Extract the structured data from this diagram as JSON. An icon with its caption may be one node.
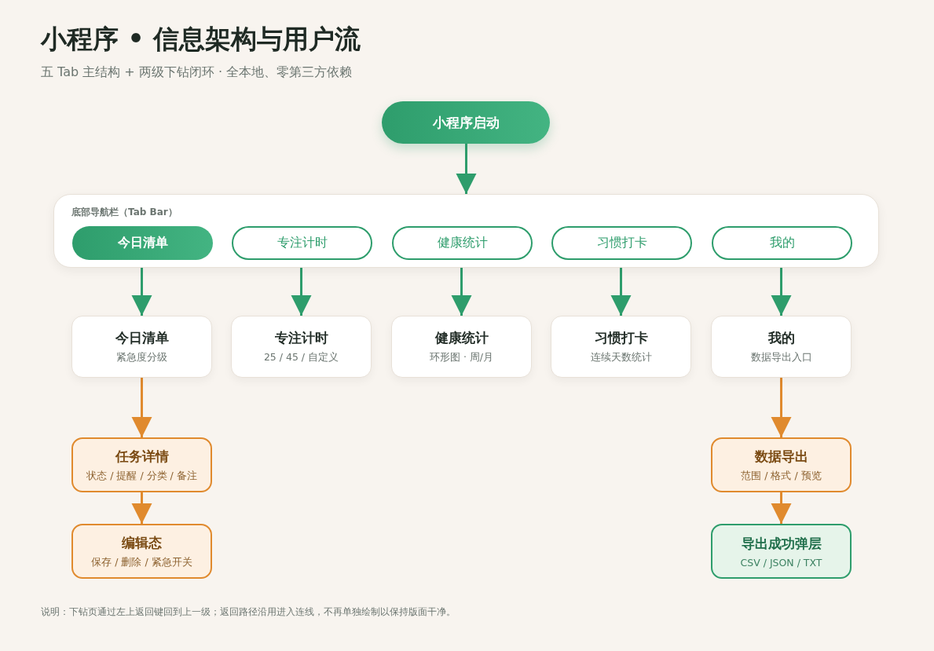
{
  "diagram": {
    "title": "小程序 • 信息架构与用户流",
    "caption": "说明：下钻页通过左上返回键回到上一级；返回路径沿用进入连线，不再单独绘制以保持版面干净。",
    "labels": [
      "五 Tab 主结构 + 两级下钻闭环 · 全本地、零第三方依赖"
    ],
    "nodes": [
      {
        "text": [
          "小程序启动"
        ]
      },
      {
        "text": [
          "底部导航栏（Tab Bar）"
        ]
      },
      {
        "text": [
          "今日清单"
        ],
        "in": 1
      },
      {
        "text": [
          "专注计时"
        ],
        "in": 1
      },
      {
        "text": [
          "健康统计"
        ],
        "in": 1
      },
      {
        "text": [
          "习惯打卡"
        ],
        "in": 1
      },
      {
        "text": [
          "我的"
        ],
        "in": 1
      },
      {
        "text": [
          "今日清单",
          "紧急度分级"
        ]
      },
      {
        "text": [
          "专注计时",
          "25 / 45 / 自定义"
        ]
      },
      {
        "text": [
          "健康统计",
          "环形图 · 周/月"
        ]
      },
      {
        "text": [
          "习惯打卡",
          "连续天数统计"
        ]
      },
      {
        "text": [
          "我的",
          "数据导出入口"
        ]
      },
      {
        "text": [
          "任务详情",
          "状态 / 提醒 / 分类 / 备注"
        ]
      },
      {
        "text": [
          "编辑态",
          "保存 / 删除 / 紧急开关"
        ]
      },
      {
        "text": [
          "数据导出",
          "范围 / 格式 / 预览"
        ]
      },
      {
        "text": [
          "导出成功弹层",
          "CSV / JSON / TXT"
        ]
      }
    ],
    "edges": [
      {
        "from": 0,
        "to": 1,
        "arrow": "to"
      },
      {
        "from": 2,
        "to": 7,
        "arrow": "to"
      },
      {
        "from": 3,
        "to": 8,
        "arrow": "to"
      },
      {
        "from": 4,
        "to": 9,
        "arrow": "to"
      },
      {
        "from": 5,
        "to": 10,
        "arrow": "to"
      },
      {
        "from": 6,
        "to": 11,
        "arrow": "to"
      },
      {
        "from": 7,
        "to": 12,
        "arrow": "to",
        "color": "#e08a2e"
      },
      {
        "from": 12,
        "to": 13,
        "arrow": "to",
        "color": "#e08a2e"
      },
      {
        "from": 11,
        "to": 14,
        "arrow": "to",
        "color": "#e08a2e"
      },
      {
        "from": 14,
        "to": 15,
        "arrow": "to",
        "color": "#e08a2e"
      }
    ]
  }
}
